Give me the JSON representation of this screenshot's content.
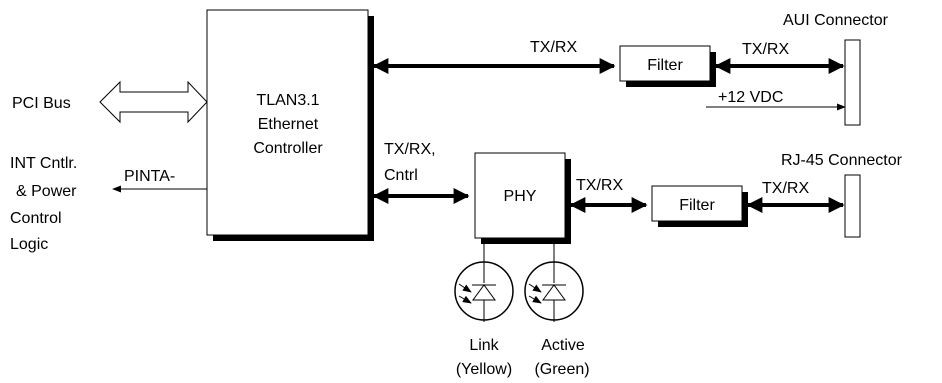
{
  "blocks": {
    "controller": [
      "TLAN3.1",
      "Ethernet",
      "Controller"
    ],
    "phy": "PHY",
    "filter_top": "Filter",
    "filter_bottom": "Filter"
  },
  "connectors": {
    "aui": "AUI Connector",
    "rj45": "RJ-45 Connector"
  },
  "signals": {
    "pci_bus": "PCI Bus",
    "pinta": "PINTA-",
    "int_control": [
      "INT Cntlr.",
      "& Power",
      "Control",
      "Logic"
    ],
    "ctrl_to_filter": "TX/RX",
    "filter_to_aui": "TX/RX",
    "vdc": "+12 VDC",
    "ctrl_to_phy": [
      "TX/RX,",
      "Cntrl"
    ],
    "phy_to_filter": "TX/RX",
    "filter_to_rj45": "TX/RX"
  },
  "leds": {
    "link": [
      "Link",
      "(Yellow)"
    ],
    "active": [
      "Active",
      "(Green)"
    ]
  }
}
